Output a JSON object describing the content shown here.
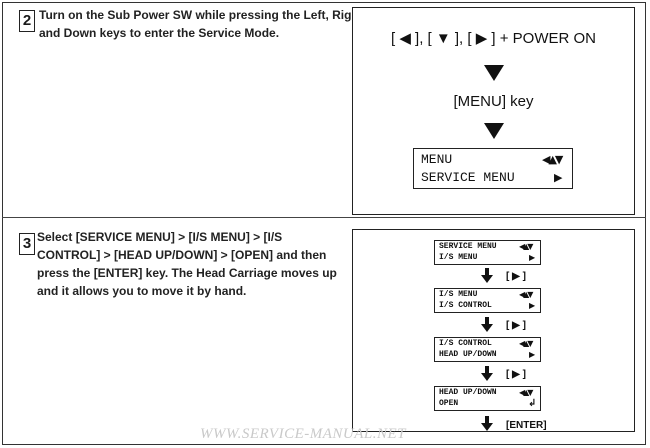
{
  "step2": {
    "number": "2",
    "text_line1": "Turn on the Sub Power SW while pressing the Left, Right",
    "text_line2": "and Down keys to enter the Service Mode.",
    "diagram": {
      "keys_combo": "[ ◀ ], [ ▼ ], [ ▶ ] + POWER ON",
      "menu_key": "[MENU] key",
      "lcd": {
        "line1": "MENU",
        "line2": "SERVICE MENU"
      }
    }
  },
  "step3": {
    "number": "3",
    "text_lines": [
      "Select  [SERVICE  MENU]  >  [I/S  MENU]  >  [I/S",
      "CONTROL] > [HEAD UP/DOWN] > [OPEN] and then",
      "press the [ENTER] key. The Head Carriage moves up",
      "and it allows you to move it by hand."
    ],
    "diagram": {
      "screens": [
        {
          "line1": "SERVICE MENU",
          "line2": "I/S MENU"
        },
        {
          "line1": "I/S MENU",
          "line2": "I/S CONTROL"
        },
        {
          "line1": "I/S CONTROL",
          "line2": "HEAD UP/DOWN"
        },
        {
          "line1": "HEAD UP/DOWN",
          "line2": "OPEN"
        }
      ],
      "right_key_label": "[ ▶ ]",
      "enter_key_label": "[ENTER]"
    }
  },
  "icons": {
    "left_arrow": "◀",
    "down_arrow": "▼",
    "right_arrow": "▶",
    "up_down_arrow": "◀▲▼",
    "enter_arrow": "↲"
  },
  "watermark": "WWW.SERVICE-MANUAL.NET"
}
